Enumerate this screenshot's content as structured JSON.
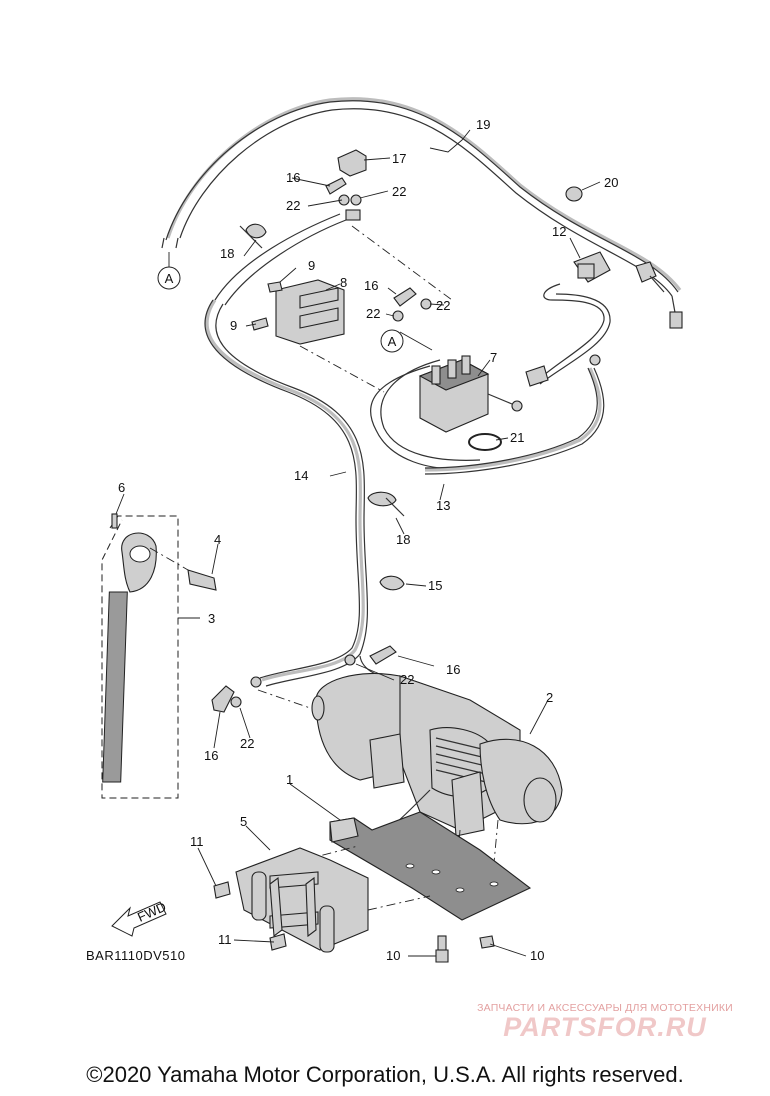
{
  "callouts": {
    "c1": "1",
    "c2": "2",
    "c3": "3",
    "c4": "4",
    "c5": "5",
    "c6": "6",
    "c7": "7",
    "c8": "8",
    "c9a": "9",
    "c9b": "9",
    "c10a": "10",
    "c10b": "10",
    "c11a": "11",
    "c11b": "11",
    "c12": "12",
    "c13": "13",
    "c14": "14",
    "c15": "15",
    "c16a": "16",
    "c16b": "16",
    "c16c": "16",
    "c16d": "16",
    "c17": "17",
    "c18a": "18",
    "c18b": "18",
    "c19": "19",
    "c20": "20",
    "c21": "21",
    "c22a": "22",
    "c22b": "22",
    "c22c": "22",
    "c22d": "22",
    "c22e": "22",
    "c22f": "22"
  },
  "connector_marks": {
    "a1": "A",
    "a2": "A"
  },
  "fwd_label": "FWD",
  "diagram_code": "BAR1110DV510",
  "watermark": {
    "line1": "ЗАПЧАСТИ И АКСЕССУАРЫ ДЛЯ МОТОТЕХНИКИ",
    "line2": "PARTSFOR.RU"
  },
  "copyright": "©2020 Yamaha Motor Corporation, U.S.A. All rights reserved."
}
